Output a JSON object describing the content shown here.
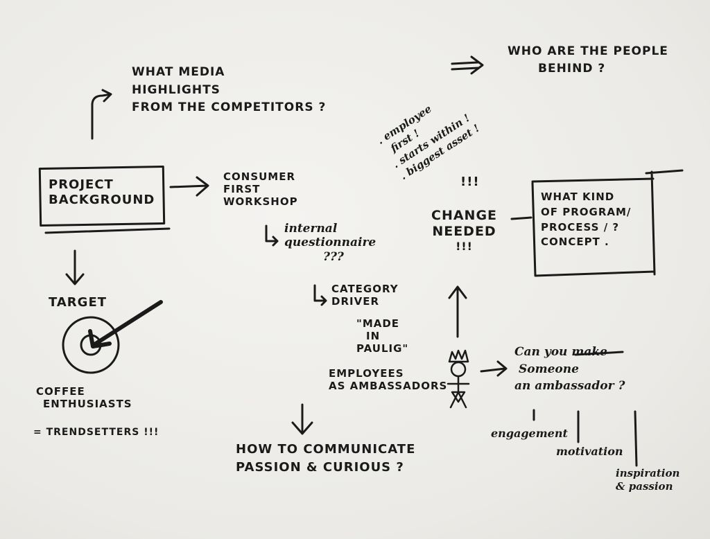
{
  "notes": {
    "project_background": [
      "PROJECT",
      "BACKGROUND"
    ],
    "media_highlights": [
      "WHAT MEDIA",
      "HIGHLIGHTS",
      "FROM THE COMPETITORS ?"
    ],
    "people_behind": [
      "WHO ARE THE PEOPLE",
      "BEHIND ?"
    ],
    "consumer_first": [
      "CONSUMER",
      "FIRST",
      "WORKSHOP"
    ],
    "internal_questionnaire": [
      "internal",
      "questionnaire",
      "???"
    ],
    "category_driver": [
      "CATEGORY",
      "DRIVER"
    ],
    "made_in_paulig": [
      "\"MADE",
      "IN",
      "PAULIG\""
    ],
    "employees_ambassadors": [
      "EMPLOYEES",
      "AS AMBASSADORS"
    ],
    "how_to_communicate": [
      "How TO COMMUNICATE",
      "PASSION & CURIOUS ?"
    ],
    "employee_first": [
      ". employee",
      "first !",
      ". starts within !",
      ". biggest asset !"
    ],
    "exclaim": "!!!",
    "change_needed": [
      "CHANGE",
      "NEEDED",
      "!!!"
    ],
    "program_box": [
      "WHAT KIND",
      "OF PROGRAM/",
      "PROCESS / ?",
      "CONCEPT ."
    ],
    "target": "TARGET",
    "coffee_enthusiasts": [
      "COFFEE",
      "ENTHUSIASTS"
    ],
    "trendsetters": "= TRENDSETTERS !!!",
    "ambassador_question": [
      "Can you make",
      "Someone",
      "an ambassador ?"
    ],
    "engagement": "engagement",
    "motivation": "motivation",
    "inspiration": [
      "inspiration",
      "& passion"
    ]
  }
}
